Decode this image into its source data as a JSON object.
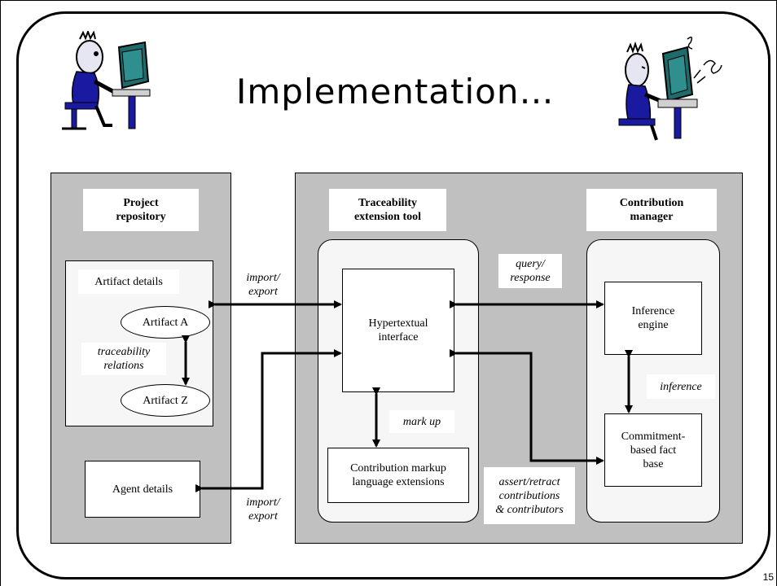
{
  "slide": {
    "title": "Implementation…",
    "page_number": "15"
  },
  "repository": {
    "title": "Project\nrepository",
    "artifact_details": "Artifact details",
    "artifact_a": "Artifact A",
    "artifact_z": "Artifact Z",
    "traceability_relations": "traceability\nrelations",
    "agent_details": "Agent details"
  },
  "tool": {
    "title": "Traceability\nextension tool",
    "hypertextual_interface": "Hypertextual\ninterface",
    "markup_extensions": "Contribution markup\nlanguage extensions",
    "mark_up": "mark up"
  },
  "manager": {
    "title": "Contribution\nmanager",
    "inference_engine": "Inference\nengine",
    "fact_base": "Commitment-\nbased  fact\nbase",
    "inference": "inference"
  },
  "connectors": {
    "import_export_top": "import/\nexport",
    "import_export_bottom": "import/\nexport",
    "query_response": "query/\nresponse",
    "assert_retract": "assert/retract\ncontributions\n& contributors"
  },
  "icons": {
    "left": "person-at-computer-icon",
    "right": "frustrated-person-at-computer-icon"
  }
}
